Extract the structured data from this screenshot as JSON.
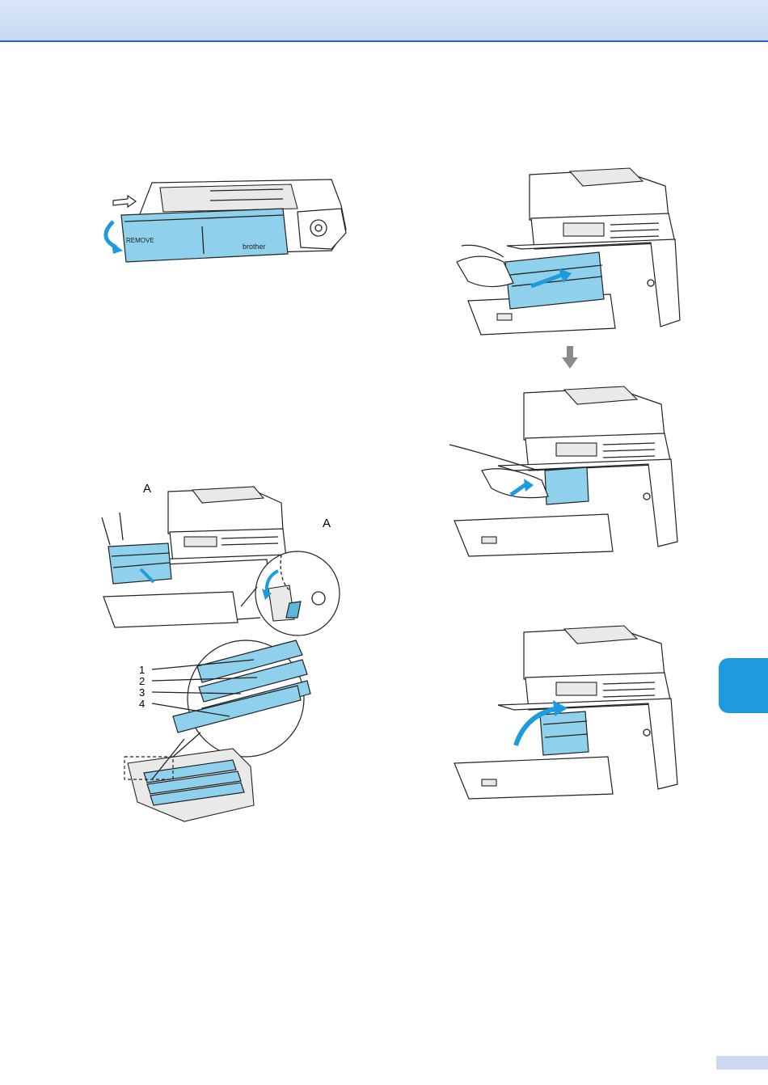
{
  "figures": {
    "drum_cover": {
      "label_brand": "brother",
      "label_remove": "REMOVE"
    },
    "drum_release": {
      "callout_a_top": "A",
      "callout_a_detail": "A",
      "callouts_numbered": [
        "1",
        "2",
        "3",
        "4"
      ]
    }
  },
  "colors": {
    "header": "#c7d7f1",
    "header_rule": "#2a63c8",
    "chapter_tab": "#1e9bdc",
    "page_tab": "#cbd9f2",
    "part_blue": "#8fd1ec",
    "arrow_blue": "#1e9bdc",
    "step_arrow_grey": "#8a8a8a"
  }
}
